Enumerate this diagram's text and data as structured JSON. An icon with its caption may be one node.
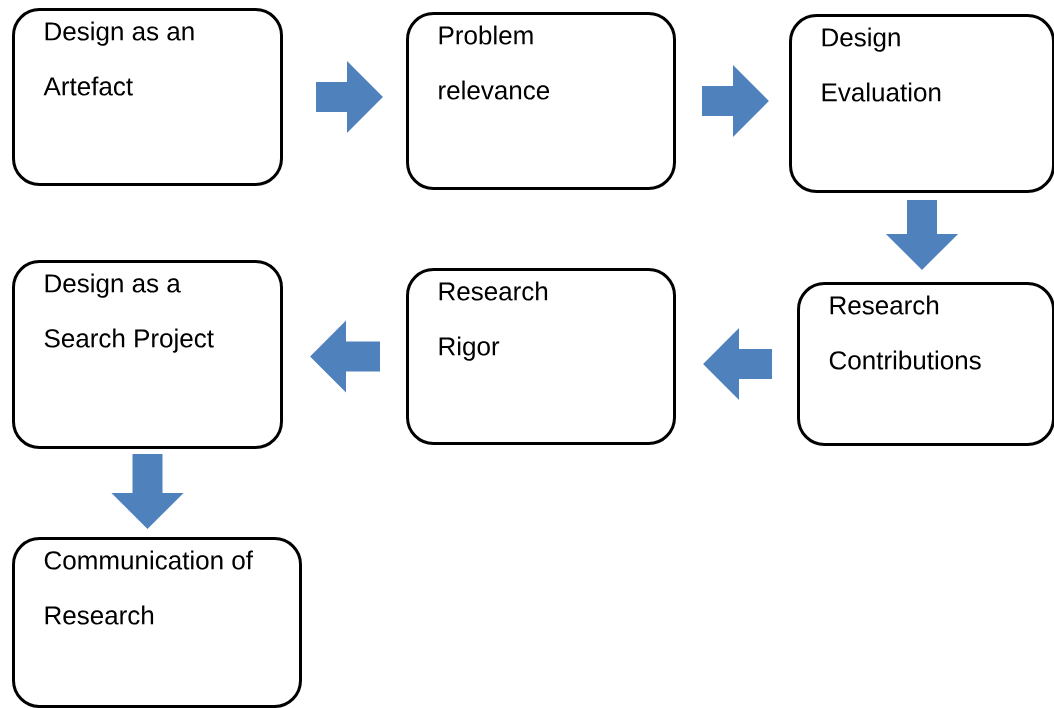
{
  "diagram": {
    "nodes": [
      {
        "text": [
          "Design as an Artefact"
        ]
      },
      {
        "text": [
          "Problem relevance"
        ]
      },
      {
        "text": [
          "Design Evaluation"
        ]
      },
      {
        "text": [
          "Research Contributions"
        ]
      },
      {
        "text": [
          "Research Rigor"
        ]
      },
      {
        "text": [
          "Design as a Search Project"
        ]
      },
      {
        "text": [
          "Communication of Research"
        ]
      }
    ],
    "edges": [
      {
        "from": 0,
        "to": 1,
        "arrow": "to"
      },
      {
        "from": 1,
        "to": 2,
        "arrow": "to"
      },
      {
        "from": 2,
        "to": 3,
        "arrow": "to"
      },
      {
        "from": 3,
        "to": 4,
        "arrow": "to"
      },
      {
        "from": 4,
        "to": 5,
        "arrow": "to"
      },
      {
        "from": 5,
        "to": 6,
        "arrow": "to"
      }
    ]
  }
}
